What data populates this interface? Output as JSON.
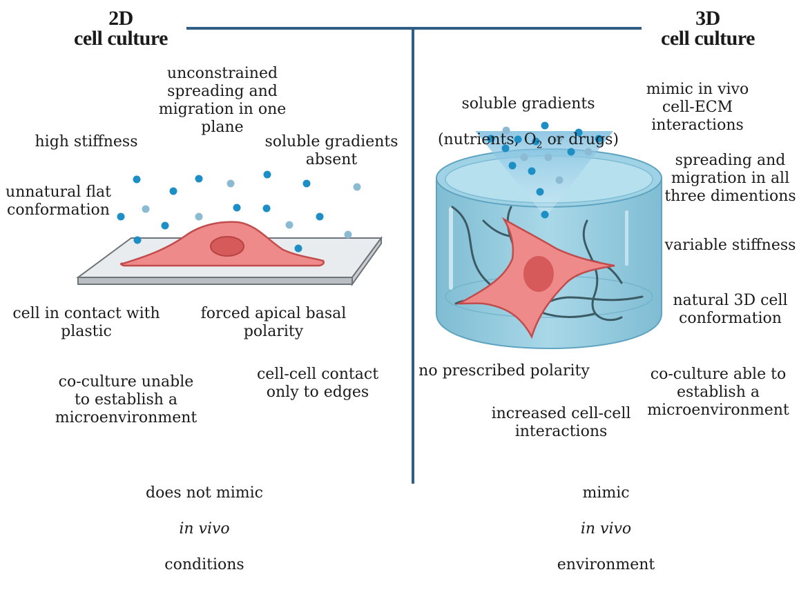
{
  "left": {
    "heading_line1": "2D",
    "heading_line2": "cell culture",
    "labels": {
      "unconstrained": "unconstrained\nspreading and\nmigration in one\nplane",
      "high_stiffness": "high stiffness",
      "soluble_absent": "soluble gradients\nabsent",
      "flat_conformation": "unnatural flat\nconformation",
      "contact_plastic": "cell in contact with\nplastic",
      "apical_basal": "forced apical basal\npolarity",
      "coculture_unable": "co-culture unable\nto establish a\nmicroenvironment",
      "cell_contact_edges": "cell-cell contact\nonly to edges",
      "does_not_mimic_1": "does not mimic",
      "does_not_mimic_2": "in vivo",
      "does_not_mimic_3": "conditions"
    }
  },
  "right": {
    "heading_line1": "3D",
    "heading_line2": "cell culture",
    "labels": {
      "soluble_gradients_1": "soluble gradients",
      "soluble_gradients_2a": "(nutrients, O",
      "soluble_gradients_2sub": "2",
      "soluble_gradients_2b": " or drugs)",
      "mimic_ecm": "mimic in vivo\ncell-ECM\ninteractions",
      "spreading_3d": "spreading and\nmigration in all\nthree dimentions",
      "variable_stiffness": "variable stiffness",
      "natural_conformation": "natural 3D cell\nconformation",
      "no_polarity": "no prescribed polarity",
      "coculture_able": "co-culture able to\nestablish a\nmicroenvironment",
      "increased_interactions": "increased cell-cell\ninteractions",
      "mimic_env_1": "mimic",
      "mimic_env_2": "in vivo",
      "mimic_env_3": "environment"
    }
  },
  "colors": {
    "divider": "#2f5d84",
    "cell_fill": "#ee8a8a",
    "cell_stroke": "#c24b4b",
    "nucleus": "#d65a5a",
    "particle_dark": "#1d8fc4",
    "particle_light": "#8bbad2",
    "hydrogel": "#8cc8dd",
    "fiber": "#3c5a63"
  },
  "icons": [
    "petri-slide-2d",
    "hydrogel-cylinder-3d",
    "nutrient-particles",
    "spread-cell"
  ]
}
